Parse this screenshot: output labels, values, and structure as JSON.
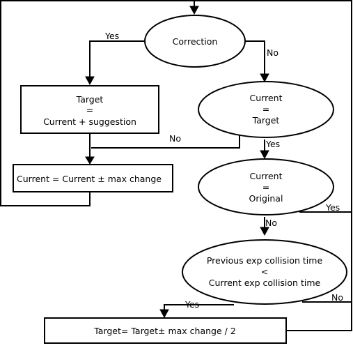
{
  "nodes": {
    "correction": {
      "lines": [
        "Correction"
      ]
    },
    "target_suggestion": {
      "lines": [
        "Target",
        "=",
        "Current + suggestion"
      ]
    },
    "current_target": {
      "lines": [
        "Current",
        "=",
        "Target"
      ]
    },
    "current_max_change": {
      "lines": [
        "Current =  Current ± max change"
      ]
    },
    "current_original": {
      "lines": [
        "Current",
        "=",
        "Original"
      ]
    },
    "collision_compare": {
      "lines": [
        "Previous exp collision time",
        "<",
        "Current exp collision time"
      ]
    },
    "target_half_change": {
      "lines": [
        "Target= Target± max change / 2"
      ]
    }
  },
  "edge_labels": {
    "correction_yes": "Yes",
    "correction_no": "No",
    "current_target_no": "No",
    "current_target_yes": "Yes",
    "current_original_yes": "Yes",
    "current_original_no": "No",
    "collision_yes": "Yes",
    "collision_no": "No"
  }
}
